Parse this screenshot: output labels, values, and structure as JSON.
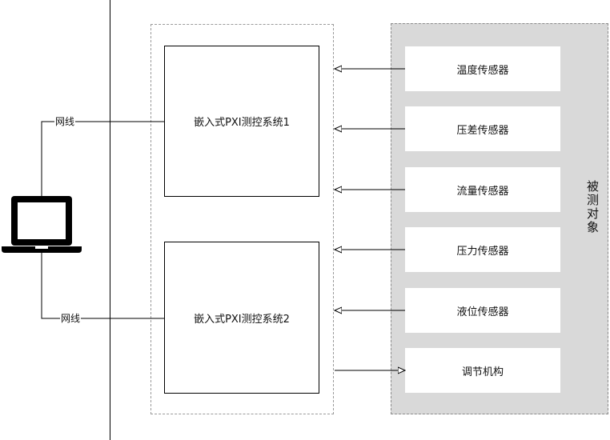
{
  "systems": [
    {
      "label": "嵌入式PXI测控系统1"
    },
    {
      "label": "嵌入式PXI测控系统2"
    }
  ],
  "network": [
    {
      "label": "网线"
    },
    {
      "label": "网线"
    }
  ],
  "object_panel": {
    "label": "被测对象"
  },
  "sensors": [
    {
      "label": "温度传感器",
      "direction": "to-system"
    },
    {
      "label": "压差传感器",
      "direction": "to-system"
    },
    {
      "label": "流量传感器",
      "direction": "to-system"
    },
    {
      "label": "压力传感器",
      "direction": "to-system"
    },
    {
      "label": "液位传感器",
      "direction": "to-system"
    },
    {
      "label": "调节机构",
      "direction": "to-actuator"
    }
  ],
  "icons": {
    "computer": "laptop-icon"
  },
  "colors": {
    "line": "#000000",
    "panel": "#d9d9d9",
    "frame_dash": "#9a9a9a"
  }
}
